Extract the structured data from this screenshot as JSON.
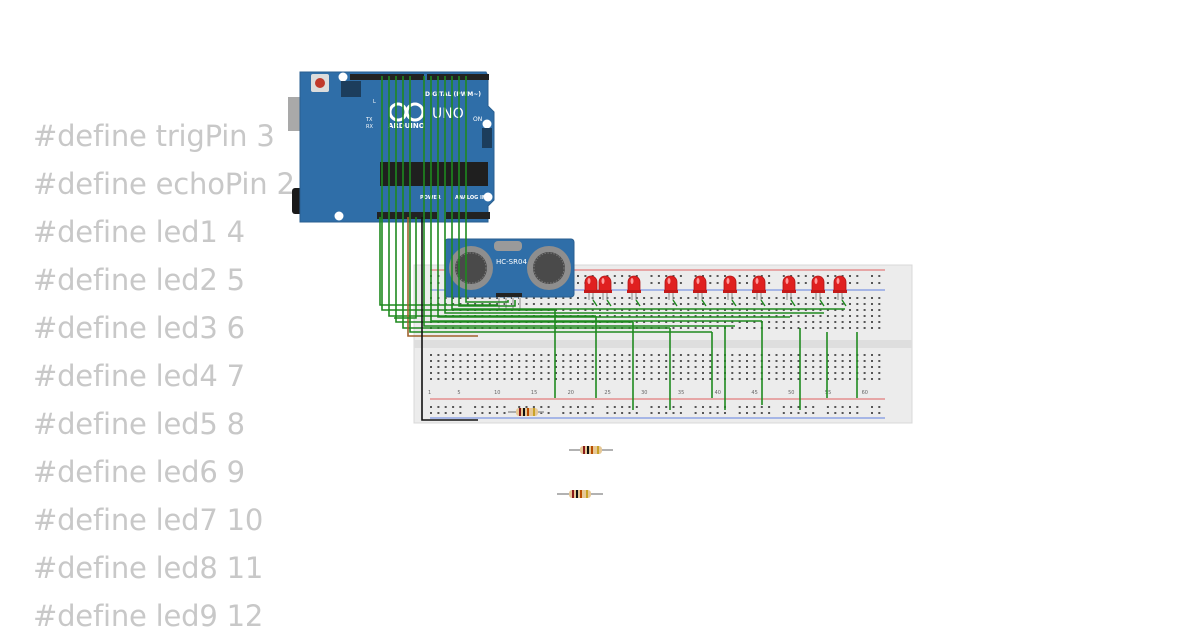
{
  "code_lines": [
    "#define trigPin 3",
    "#define echoPin 2",
    "#define led1 4",
    "#define led2 5",
    "#define led3 6",
    "#define led4 7",
    "#define led5 8",
    "#define led6 9",
    "#define led7 10",
    "#define led8 11",
    "#define led9 12"
  ],
  "board": {
    "logo_text": "UNO",
    "brand_text": "ARDUINO",
    "digital_label": "DIGITAL (PWM~)",
    "power_label": "POWER",
    "analog_label": "ANALOG IN",
    "on_label": "ON",
    "tx_label": "TX",
    "rx_label": "RX",
    "l_label": "L"
  },
  "sensor": {
    "label": "HC-SR04"
  },
  "breadboard": {
    "column_numbers": [
      "1",
      "5",
      "10",
      "15",
      "20",
      "25",
      "30",
      "35",
      "40",
      "45",
      "50",
      "55",
      "60"
    ]
  },
  "colors": {
    "board": "#2f6ea8",
    "wire_green": "#1f8a1f",
    "wire_brown": "#a0622d",
    "wire_black": "#111111",
    "led_red": "#e02020",
    "breadboard": "#ececec",
    "code_text": "#c8c8c8"
  }
}
